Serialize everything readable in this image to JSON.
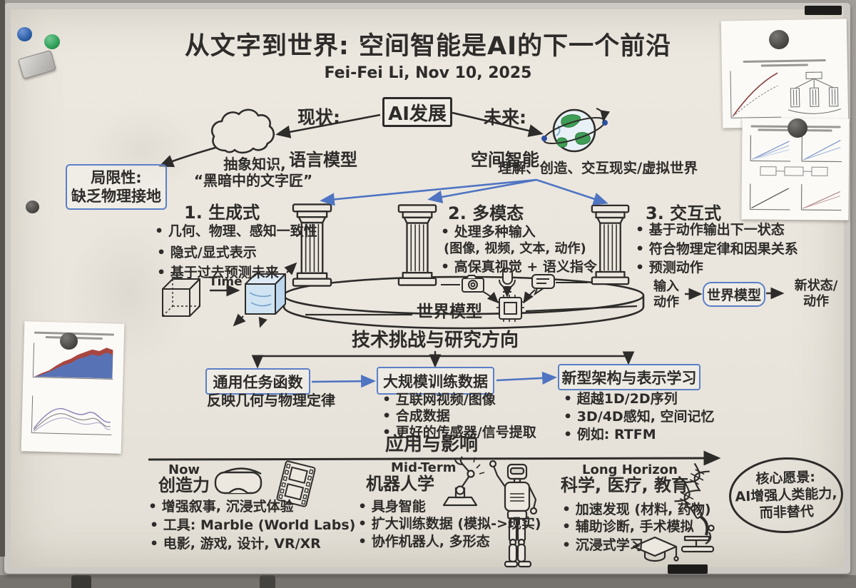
{
  "title": {
    "main": "从文字到世界: 空间智能是AI的下一个前沿",
    "byline": "Fei-Fei Li, Nov 10, 2025"
  },
  "overview": {
    "root_label": "AI发展",
    "present_label": "现状:",
    "present_sub": "语言模型",
    "cloud_caption_line1": "抽象知识,",
    "cloud_caption_line2": "“黑暗中的文字匠”",
    "future_label": "未来:",
    "future_sub": "空间智能",
    "future_caption": "理解、创造、交互现实/虚拟世界",
    "limitation_line1": "局限性:",
    "limitation_line2": "缺乏物理接地"
  },
  "capabilities": {
    "platform_label": "世界模型",
    "generative": {
      "heading": "1. 生成式",
      "bullets": [
        "几何、物理、感知一致性",
        "隐式/显式表示",
        "基于过去预测未来"
      ],
      "time_label": "Time"
    },
    "multimodal": {
      "heading": "2. 多模态",
      "bullets": [
        "处理多种输入",
        "(图像, 视频, 文本, 动作)",
        "高保真视觉 + 语义指令"
      ]
    },
    "interactive": {
      "heading": "3. 交互式",
      "bullets": [
        "基于动作输出下一状态",
        "符合物理定律和因果关系",
        "预测动作"
      ],
      "flow": {
        "input_line1": "输入",
        "input_line2": "动作",
        "model": "世界模型",
        "output_line1": "新状态/",
        "output_line2": "动作"
      }
    }
  },
  "challenges": {
    "heading": "技术挑战与研究方向",
    "box1": {
      "label": "通用任务函数",
      "note": "反映几何与物理定律"
    },
    "box2": {
      "label": "大规模训练数据",
      "bullets": [
        "互联网视频/图像",
        "合成数据",
        "更好的传感器/信号提取"
      ]
    },
    "box3": {
      "label": "新型架构与表示学习",
      "bullets": [
        "超越1D/2D序列",
        "3D/4D感知, 空间记忆",
        "例如: RTFM"
      ]
    }
  },
  "applications": {
    "heading": "应用与影响",
    "now": {
      "time": "Now",
      "title": "创造力",
      "bullets": [
        "增强叙事, 沉浸式体验",
        "工具: Marble (World Labs)",
        "电影, 游戏, 设计, VR/XR"
      ]
    },
    "mid": {
      "time": "Mid-Term",
      "title": "机器人学",
      "bullets": [
        "具身智能",
        "扩大训练数据 (模拟->现实)",
        "协作机器人, 多形态"
      ]
    },
    "long": {
      "time": "Long Horizon",
      "title": "科学, 医疗, 教育",
      "bullets": [
        "加速发现 (材料, 药物)",
        "辅助诊断, 手术模拟",
        "沉浸式学习"
      ]
    },
    "vision": {
      "line1": "核心愿景:",
      "line2": "AI增强人类能力,",
      "line3": "而非替代"
    }
  },
  "colors": {
    "marker_black": "#2e2c2a",
    "marker_blue": "#4f74c2",
    "box_blue": "#5b7fc7",
    "board": "#ece8e0",
    "cube_fill": "#cfe3f2",
    "magnet_blue": "#2d5fa8",
    "magnet_green": "#2f9e57",
    "magnet_dark": "#4b4a47",
    "magnet_silver": "#b8b6b2"
  }
}
